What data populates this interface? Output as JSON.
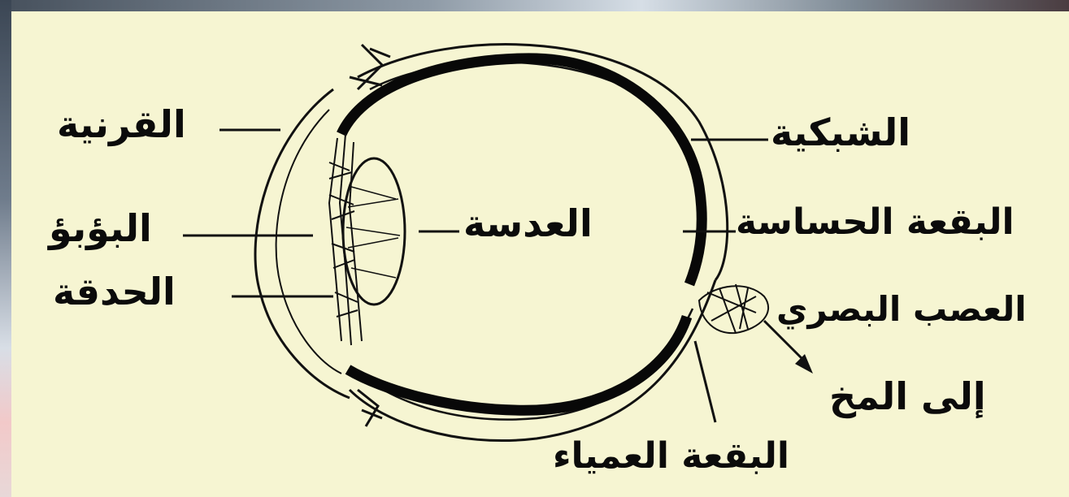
{
  "labels": {
    "cornea": "القرنية",
    "iris": "البؤبؤ",
    "pupil": "الحدقة",
    "lens": "العدسة",
    "retina": "الشبكية",
    "fovea": "البقعة الحساسة",
    "optic_nerve": "العصب البصري",
    "to_brain": "إلى المخ",
    "blind_spot": "البقعة العمياء"
  },
  "colors": {
    "background": "#f6f5d2",
    "ink": "#0b0b0b"
  }
}
